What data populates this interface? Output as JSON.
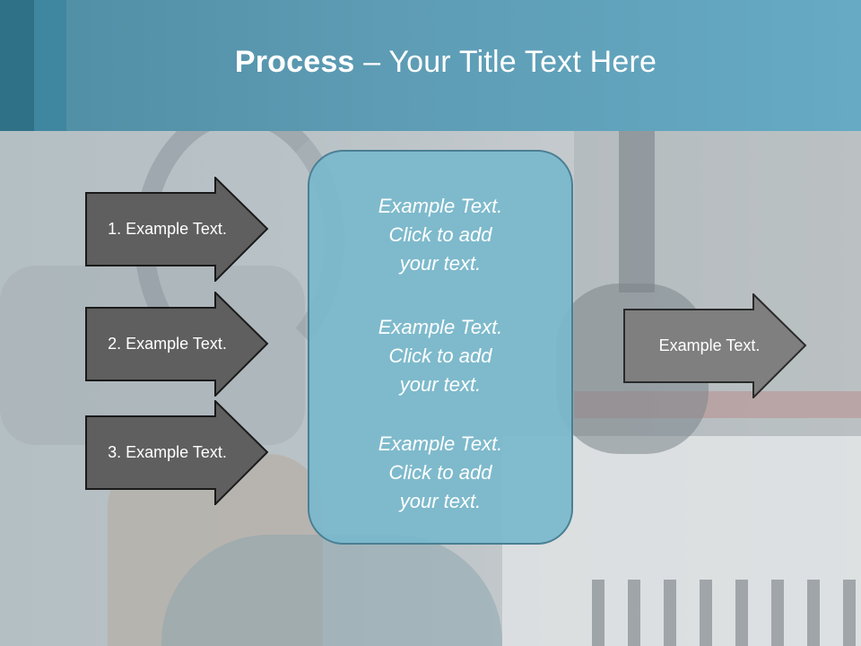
{
  "slide": {
    "title_bold": "Process",
    "title_rest": " – Your Title Text Here"
  },
  "left_arrows": [
    {
      "label": "1. Example Text."
    },
    {
      "label": "2. Example Text."
    },
    {
      "label": "3. Example Text."
    }
  ],
  "center": {
    "blocks": [
      {
        "line1": "Example Text.",
        "line2": "Click  to add",
        "line3": "your text."
      },
      {
        "line1": "Example Text.",
        "line2": "Click  to add",
        "line3": "your text."
      },
      {
        "line1": "Example Text.",
        "line2": "Click  to add",
        "line3": "your text."
      }
    ]
  },
  "right_arrow": {
    "label": "Example Text."
  },
  "colors": {
    "header": "#5d9cb4",
    "dark_arrow": "#5f5f5f",
    "light_arrow": "#7f7f7f",
    "center_box": "#78b8cc"
  }
}
